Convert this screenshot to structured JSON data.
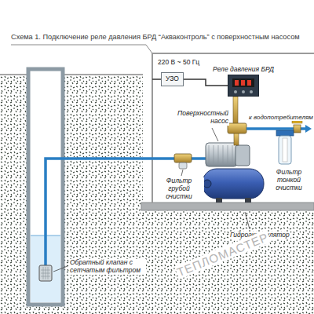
{
  "diagram": {
    "title": "Схема 1. Подключение реле давления БРД “Акваконтроль” с поверхностным насосом",
    "nodes": [
      {
        "text": [
          "УЗО"
        ]
      },
      {
        "text": [
          "Реле давления БРД"
        ]
      }
    ],
    "edges": [
      {
        "from": 0,
        "to": 1,
        "arrow": "none"
      }
    ],
    "labels": [
      "220 В ~ 50 Гц",
      "к водопотребителям",
      "Поверхностный насос",
      "Фильтр грубой очистки",
      "Фильтр тонкой очистки",
      "Обратный клапан с сетчатым фильтром",
      "Гидроаккумулятор",
      "ТЕПЛОМАСТЕР"
    ]
  }
}
